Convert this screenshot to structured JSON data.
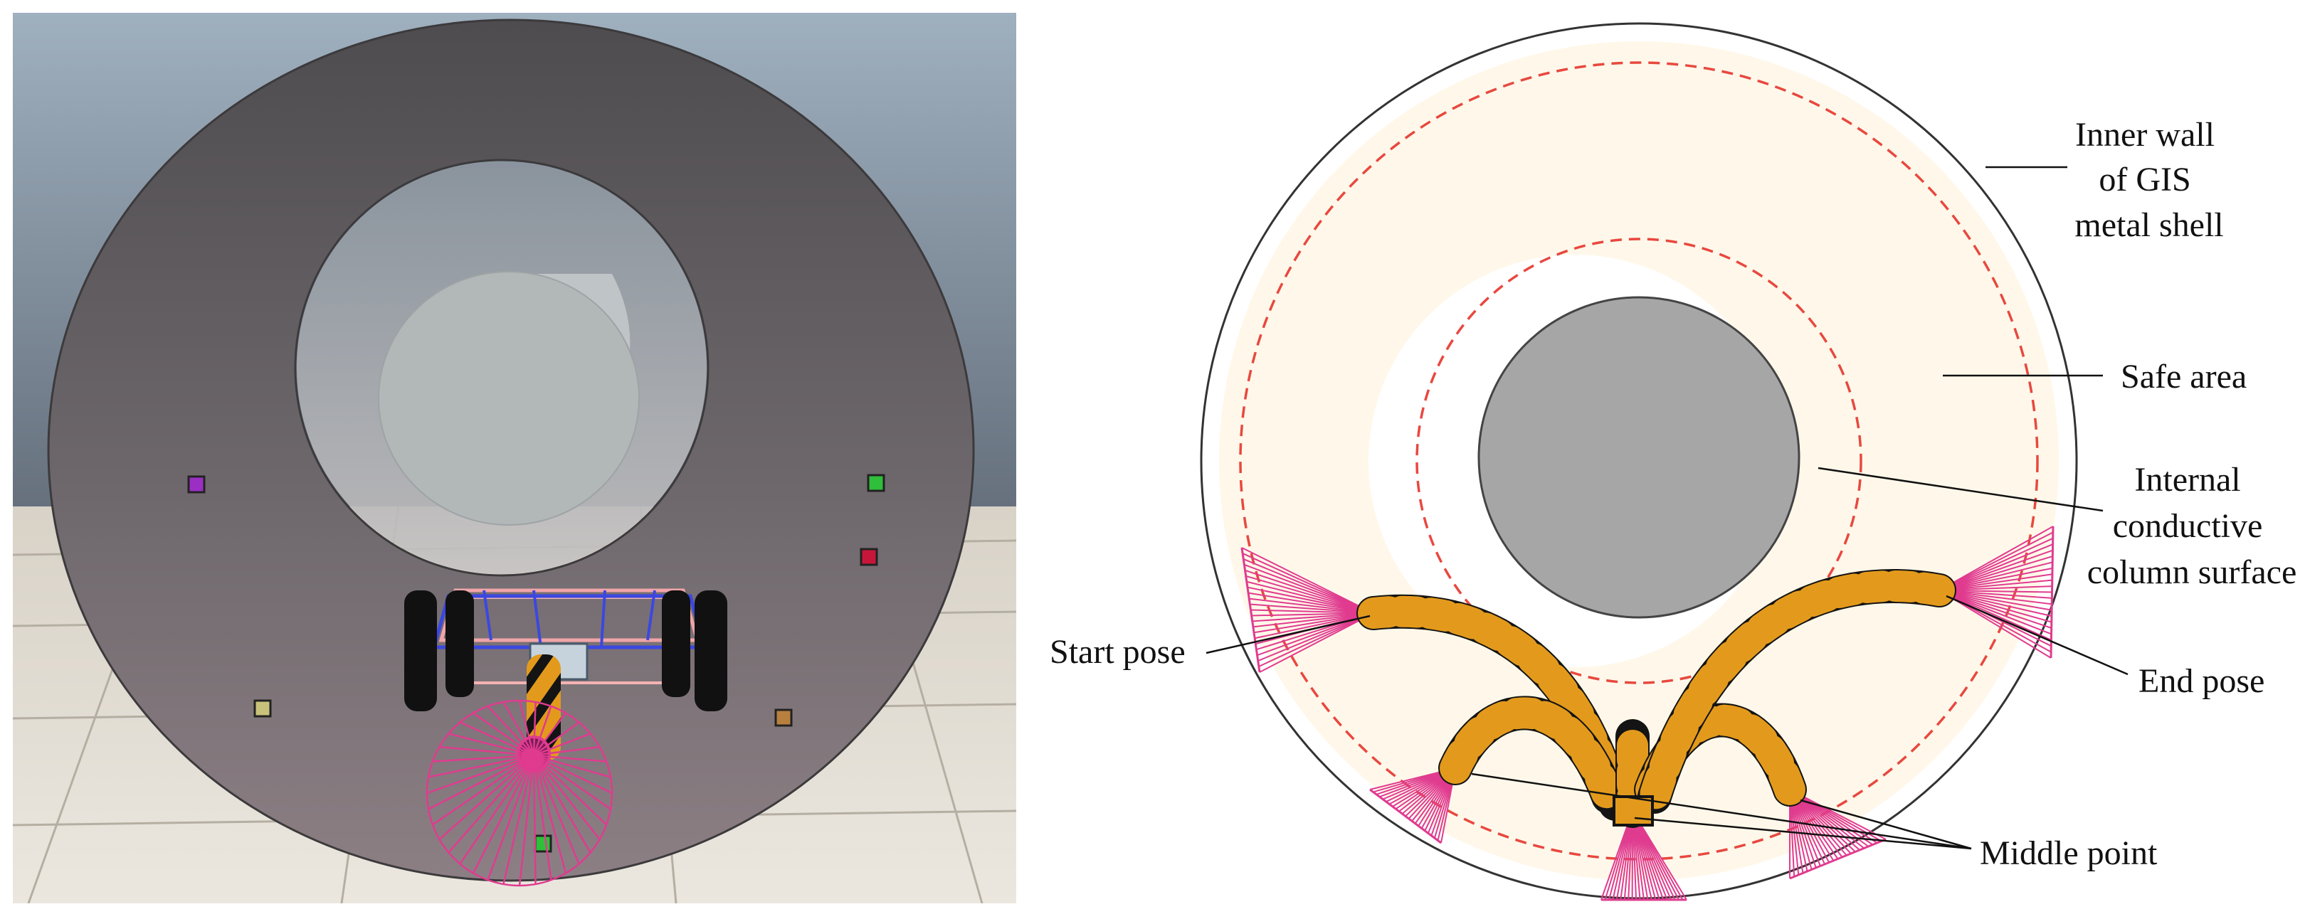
{
  "labels": {
    "inner_wall": [
      "Inner wall",
      "of GIS",
      "metal shell"
    ],
    "safe_area": "Safe area",
    "conductor": [
      "Internal",
      "conductive",
      "column surface"
    ],
    "start_pose": "Start pose",
    "end_pose": "End pose",
    "middle_point": "Middle point"
  },
  "colors": {
    "safe_area_fill": "#fff8ea",
    "safe_boundary": "#e8483f",
    "conductor_fill": "#a6a6a6",
    "fan": "#e03b8f",
    "robot_orange": "#e39a1c",
    "robot_black": "#141414",
    "sim_pipe": "#6e6a6c",
    "sim_sky": "#9aaab7"
  }
}
